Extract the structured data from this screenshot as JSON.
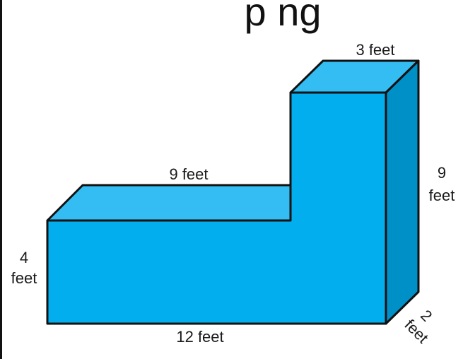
{
  "title_fragment": "p   ng",
  "colors": {
    "front": "#03AEEF",
    "top": "#33BDF2",
    "side": "#0090C8",
    "outline": "#111111"
  },
  "labels": {
    "top_width": "3 feet",
    "step_length": "9 feet",
    "tall_height_num": "9",
    "tall_height_unit": "feet",
    "short_height_num": "4",
    "short_height_unit": "feet",
    "base_length": "12 feet",
    "depth_num": "2",
    "depth_unit": "feet"
  }
}
